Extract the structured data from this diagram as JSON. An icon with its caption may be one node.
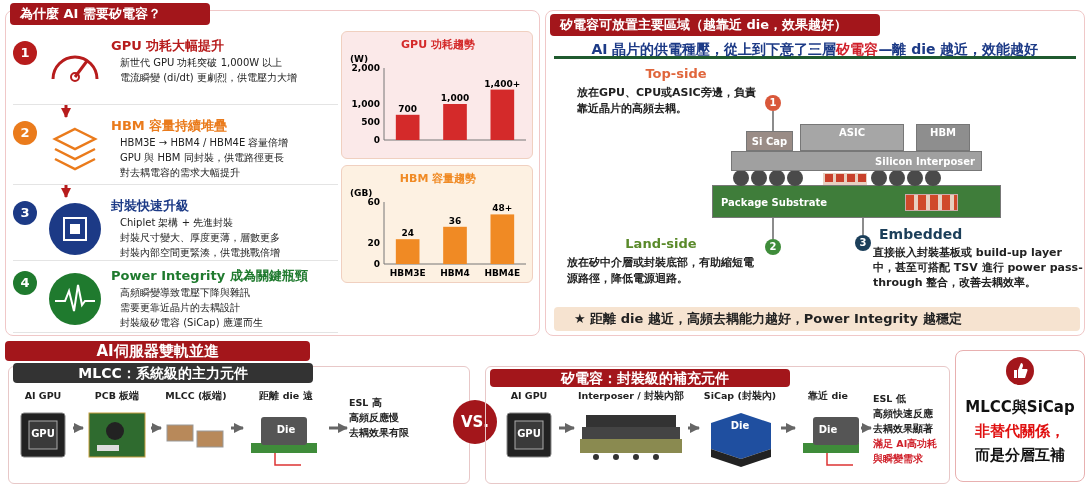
{
  "diagram": {
    "nodes": [
      {
        "text": [
          "為什麼 AI 需要矽電容？"
        ]
      },
      {
        "text": [
          "1",
          "GPU 功耗大幅提升",
          "新世代 GPU 功耗突破 1,000W 以上",
          "電流瞬變 (di/dt) 更劇烈，供電壓力大增"
        ],
        "in": 0
      },
      {
        "text": [
          "2",
          "HBM 容量持續堆疊",
          "HBM3E → HBM4 / HBM4E 容量倍增",
          "GPU 與 HBM 同封裝，供電路徑更長",
          "對去耦電容的需求大幅提升"
        ],
        "in": 0
      },
      {
        "text": [
          "3",
          "封裝快速升級",
          "Chiplet 架構 + 先進封裝",
          "封裝尺寸變大、厚度更薄，層數更多",
          "封裝內部空間更緊湊，供電挑戰倍增"
        ],
        "in": 0
      },
      {
        "text": [
          "4",
          "Power Integrity 成為關鍵瓶頸",
          "高頻瞬變導致電壓下降與雜訊",
          "需要更靠近晶片的去耦設計",
          "封裝級矽電容 (SiCap) 應運而生"
        ],
        "in": 0
      },
      {
        "text": [
          "AI 晶片的供電種壓，從上到下意了三層**矽電容**—離 die 越近，效能越好"
        ]
      },
      {
        "text": [
          "Si Cap"
        ],
        "in": 5
      },
      {
        "text": [
          "ASIC"
        ],
        "in": 5
      },
      {
        "text": [
          "HBM"
        ],
        "in": 5
      },
      {
        "text": [
          "Silicon Interposer"
        ],
        "in": 5
      },
      {
        "text": [
          "Package Substrate"
        ],
        "in": 5
      },
      {
        "text": [],
        "shape": "box",
        "in": 10
      },
      {
        "text": [
          "1"
        ],
        "in": 5
      },
      {
        "text": [
          "2"
        ],
        "in": 5
      },
      {
        "text": [
          "3"
        ],
        "in": 5
      },
      {
        "text": [
          "★ 距離 die 越近，高頻去耦能力越好，Power Integrity 越穩定"
        ],
        "in": 5
      },
      {
        "text": [
          "AI伺服器雙軌並進"
        ]
      },
      {
        "text": [
          "MLCC：系統級的主力元件"
        ]
      },
      {
        "text": [
          "AI GPU",
          "GPU"
        ],
        "in": 17
      },
      {
        "text": [
          "PCB 板端"
        ],
        "in": 17
      },
      {
        "text": [
          "MLCC (板端)"
        ],
        "in": 17
      },
      {
        "text": [
          "距離 die 遠",
          "Die"
        ],
        "in": 17
      },
      {
        "text": [
          "ESL 高",
          "高頻反應慢",
          "去耦效果有限"
        ],
        "in": 17
      },
      {
        "text": [
          "VS."
        ]
      },
      {
        "text": [],
        "shape": "box"
      },
      {
        "text": [
          "AI GPU",
          "GPU"
        ],
        "in": 24
      },
      {
        "text": [
          "Interposer / 封裝內部"
        ],
        "in": 24
      },
      {
        "text": [
          "SiCap (封裝內)",
          "Die"
        ],
        "in": 24
      },
      {
        "text": [
          "靠近 die",
          "Die"
        ],
        "in": 24
      },
      {
        "text": [
          "ESL 低",
          "高頻快速反應",
          "去耦效果顯著",
          "滿足 AI高功耗",
          "與瞬變需求"
        ],
        "in": 24
      },
      {
        "text": [
          "MLCC與SiCap",
          "非替代關係，",
          "而是分層互補"
        ]
      },
      {
        "text": [
          "矽電容可放置主要區域（越靠近 die，效果越好）"
        ],
        "in": 5
      },
      {
        "text": [
          "矽電容：封裝級的補充元件"
        ],
        "in": 24
      }
    ],
    "edges": [
      {
        "from": 1,
        "to": 2,
        "arrow": "to",
        "color": "#b71c1c"
      },
      {
        "from": 2,
        "to": 3,
        "arrow": "to",
        "color": "#b71c1c"
      },
      {
        "from": 12,
        "to": 6,
        "arrow": "none"
      },
      {
        "from": 13,
        "to": 10,
        "arrow": "none"
      },
      {
        "from": 14,
        "to": 10,
        "arrow": "none"
      },
      {
        "from": 18,
        "to": 19,
        "arrow": "to"
      },
      {
        "from": 19,
        "to": 20,
        "arrow": "to"
      },
      {
        "from": 20,
        "to": 21,
        "arrow": "to"
      },
      {
        "from": 21,
        "to": 22,
        "arrow": "to"
      },
      {
        "from": 25,
        "to": 26,
        "arrow": "to"
      },
      {
        "from": 26,
        "to": 27,
        "arrow": "to"
      },
      {
        "from": 27,
        "to": 28,
        "arrow": "to"
      },
      {
        "from": 28,
        "to": 29,
        "arrow": "to"
      }
    ],
    "labels": [
      "Top-side",
      "放在GPU、CPU或ASIC旁邊，負責靠近晶片的高頻去耦。",
      "Land-side",
      "放在矽中介層或封裝底部，有助縮短電源路徑，降低電源迴路。",
      "Embedded",
      "直接嵌入封裝基板或 build-up layer 中，甚至可搭配 TSV 進行 power pass-through 整合，改善去耦效率。"
    ],
    "chart_data": [
      {
        "type": "bar",
        "title": "GPU 功耗趨勢",
        "ylabel": "(W)",
        "categories": [
          null,
          null,
          null
        ],
        "series": [
          {
            "color": "#d42a2a",
            "values": [
              700,
              1000,
              1400
            ]
          }
        ],
        "ylim": [
          0,
          2000
        ],
        "yticks": [
          0,
          500,
          {
            "value": 1000,
            "label": "1,000"
          },
          {
            "value": 2000,
            "label": "2,000"
          }
        ],
        "value_labels": [
          "700",
          "1,000",
          "1,400+"
        ]
      },
      {
        "type": "bar",
        "title": "HBM 容量趨勢",
        "ylabel": "(GB)",
        "categories": [
          "HBM3E",
          "HBM4",
          "HBM4E"
        ],
        "series": [
          {
            "color": "#f08a24",
            "values": [
              24,
              36,
              48
            ]
          }
        ],
        "ylim": [
          0,
          60
        ],
        "yticks": [
          0,
          20,
          60
        ],
        "value_labels": [
          "24",
          "36",
          "48+"
        ]
      }
    ]
  }
}
